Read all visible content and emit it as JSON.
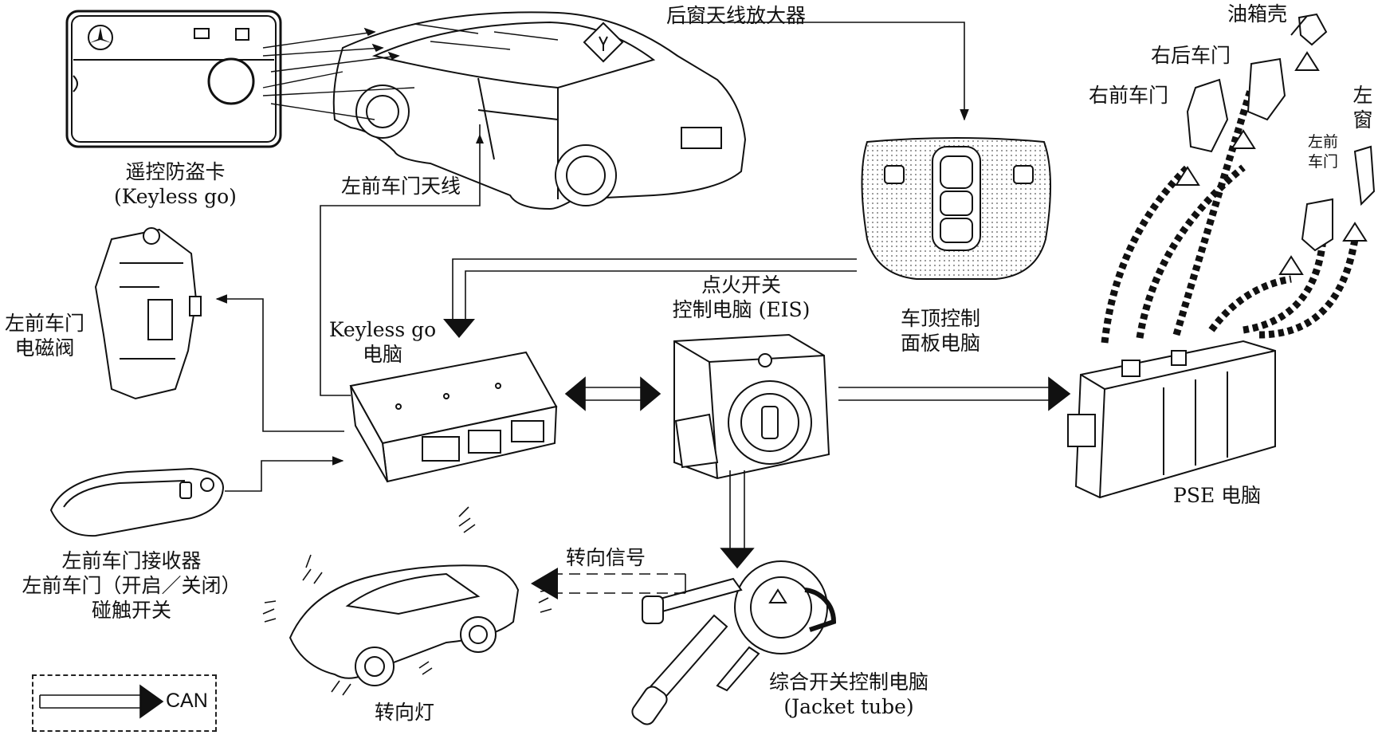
{
  "labels": {
    "remote_card": "遥控防盗卡",
    "remote_card_en": "(Keyless go)",
    "rear_window_amp": "后窗天线放大器",
    "left_front_door_antenna": "左前车门天线",
    "keyless_ecu_en": "Keyless go",
    "keyless_ecu_cn": "电脑",
    "ignition_title": "点火开关",
    "ignition_sub": "控制电脑 (EIS)",
    "roof_panel_1": "车顶控制",
    "roof_panel_2": "面板电脑",
    "fuel_flap": "油箱壳",
    "right_rear_door": "右后车门",
    "right_front_door": "右前车门",
    "left_window_1": "左",
    "left_window_2": "窗",
    "left_front_door_small_1": "左前",
    "left_front_door_small_2": "车门",
    "solenoid_1": "左前车门",
    "solenoid_2": "电磁阀",
    "receiver_1": "左前车门接收器",
    "receiver_2": "左前车门（开启／关闭）",
    "receiver_3": "碰触开关",
    "pse_ecu": "PSE 电脑",
    "turn_signal": "转向信号",
    "turn_lamp": "转向灯",
    "jacket_cn": "综合开关控制电脑",
    "jacket_en": "(Jacket tube)",
    "legend_can": "CAN"
  },
  "icons": [
    "mercedes-star-icon",
    "lock-icon",
    "unlock-icon",
    "antenna-icon"
  ]
}
